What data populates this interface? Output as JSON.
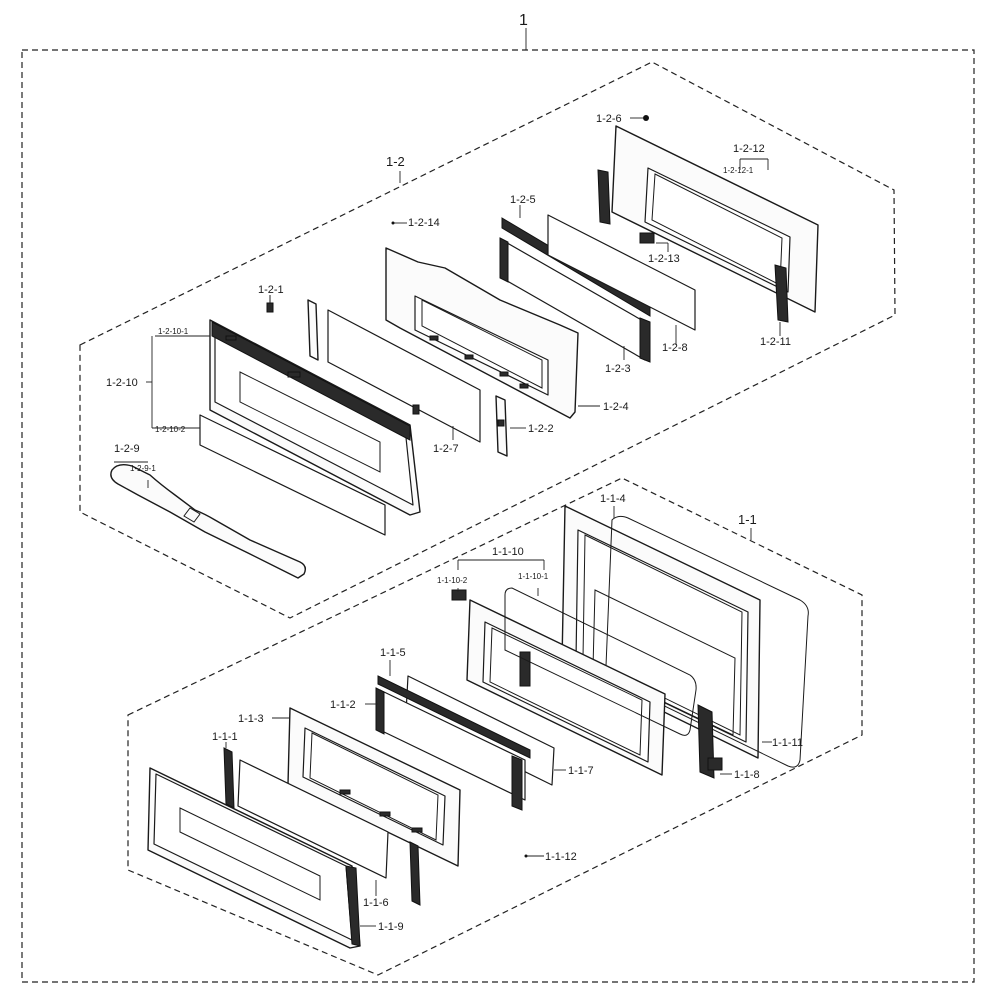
{
  "assembly": {
    "root": "1",
    "upper_group": "1-2",
    "lower_group": "1-1"
  },
  "upper_parts": {
    "p1": "1-2-1",
    "p2": "1-2-2",
    "p3": "1-2-3",
    "p4": "1-2-4",
    "p5": "1-2-5",
    "p6": "1-2-6",
    "p7": "1-2-7",
    "p8": "1-2-8",
    "p9": "1-2-9",
    "p9_1": "1-2-9-1",
    "p10": "1-2-10",
    "p10_1": "1-2-10-1",
    "p10_2": "1-2-10-2",
    "p11": "1-2-11",
    "p12": "1-2-12",
    "p12_1": "1-2-12-1",
    "p13": "1-2-13",
    "p14": "1-2-14"
  },
  "lower_parts": {
    "p1": "1-1-1",
    "p2": "1-1-2",
    "p3": "1-1-3",
    "p4": "1-1-4",
    "p5": "1-1-5",
    "p6": "1-1-6",
    "p7": "1-1-7",
    "p8": "1-1-8",
    "p9": "1-1-9",
    "p10": "1-1-10",
    "p10_1": "1-1-10-1",
    "p10_2": "1-1-10-2",
    "p11": "1-1-11",
    "p12": "1-1-12"
  }
}
